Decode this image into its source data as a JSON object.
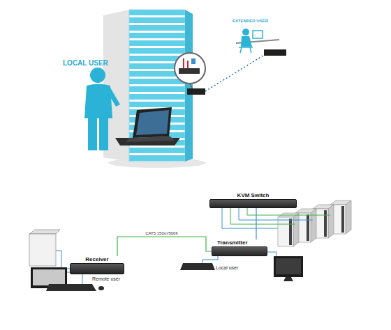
{
  "diagram": {
    "nodes": [
      {
        "text": [
          "KVM Switch"
        ]
      },
      {
        "text": [
          "Transmitter"
        ]
      },
      {
        "text": [
          "Receiver"
        ]
      }
    ],
    "edges": [
      {
        "from": 0,
        "to": 1,
        "arrow": "none"
      },
      {
        "from": 2,
        "to": 1,
        "label": "CAT5 150m/500ft",
        "arrow": "none"
      }
    ],
    "labels": [
      "LOCAL USER",
      "EXTENDED USER",
      "Local user",
      "Remote user"
    ]
  }
}
